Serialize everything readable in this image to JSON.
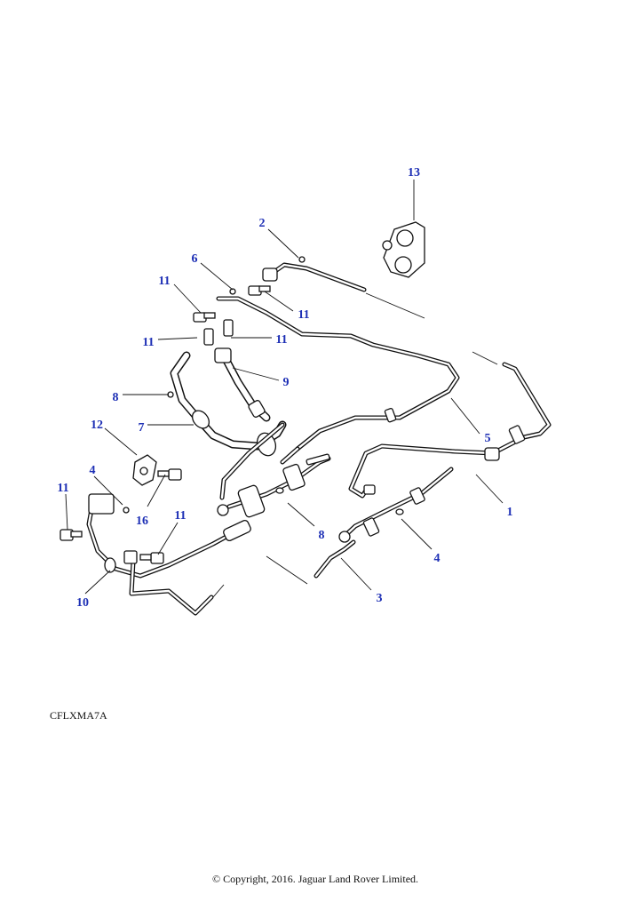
{
  "diagram": {
    "reference_code": "CFLXMA7A",
    "copyright": "© Copyright, 2016. Jaguar Land Rover Limited.",
    "callouts": {
      "c1": "1",
      "c2": "2",
      "c3": "3",
      "c4a": "4",
      "c4b": "4",
      "c5": "5",
      "c6": "6",
      "c7": "7",
      "c8a": "8",
      "c8b": "8",
      "c9": "9",
      "c10": "10",
      "c11a": "11",
      "c11b": "11",
      "c11c": "11",
      "c11d": "11",
      "c11e": "11",
      "c11f": "11",
      "c12": "12",
      "c13": "13",
      "c16": "16"
    },
    "colors": {
      "callout": "#1d2fb5",
      "line": "#111111"
    }
  }
}
